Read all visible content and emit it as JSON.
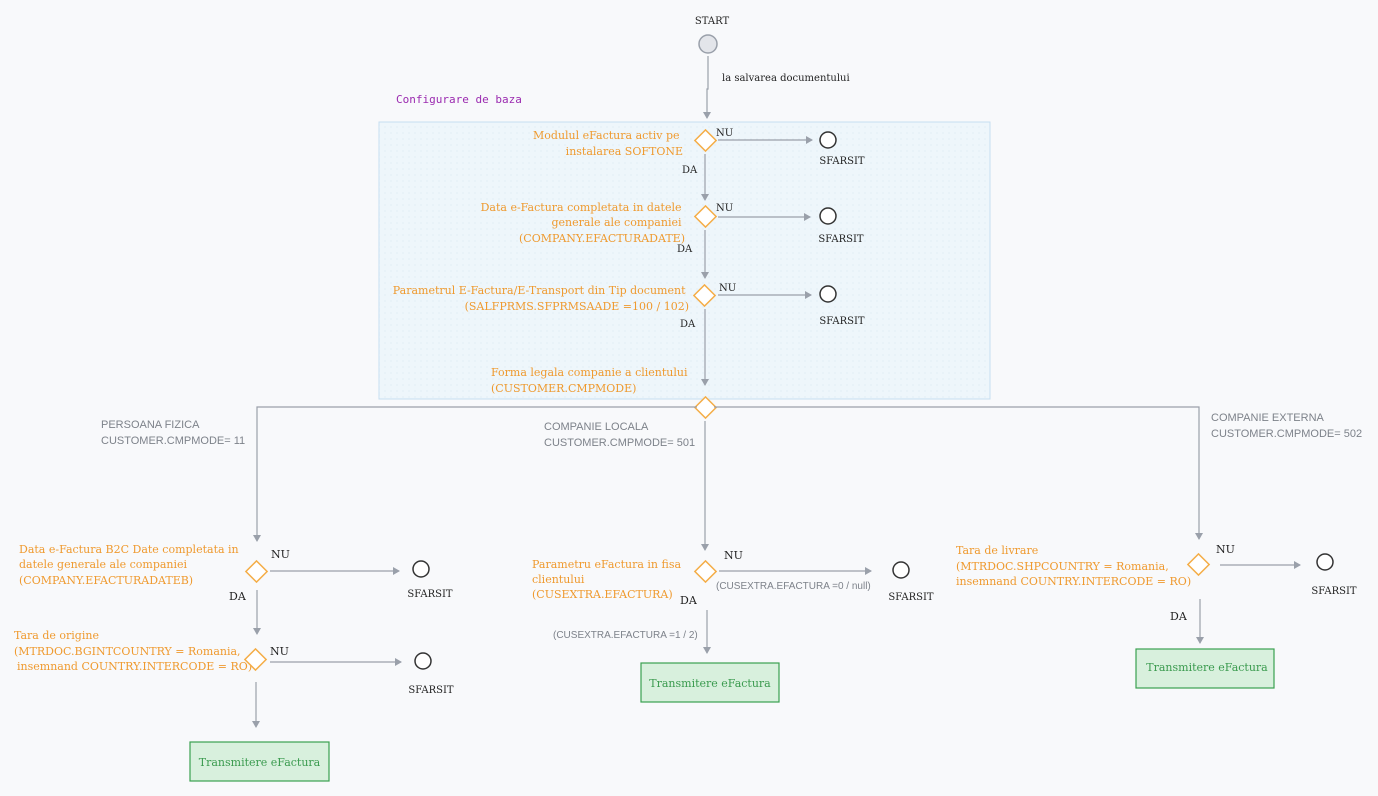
{
  "start": {
    "label": "START",
    "trigger": "la salvarea documentului"
  },
  "config_box": {
    "title": "Configurare de baza"
  },
  "end_label": "SFARSIT",
  "yes": "DA",
  "no": "NU",
  "decisions": {
    "d1": [
      "Modulul eFactura activ pe",
      "instalarea SOFTONE"
    ],
    "d2": [
      "Data e-Factura completata in datele",
      "generale ale companiei",
      "(COMPANY.EFACTURADATE)"
    ],
    "d3": [
      "Parametrul E-Factura/E-Transport din Tip document",
      "(SALFPRMS.SFPRMSAADE =100 / 102)"
    ],
    "d4": [
      "Forma legala companie a clientului",
      "(CUSTOMER.CMPMODE)"
    ],
    "left1": [
      "Data e-Factura B2C Date completata in",
      "datele generale ale companiei",
      "(COMPANY.EFACTURADATEB)"
    ],
    "left2": [
      "Tara de origine",
      "(MTRDOC.BGINTCOUNTRY  =  Romania,",
      "insemnand COUNTRY.INTERCODE = RO)"
    ],
    "mid1": [
      "Parametru eFactura in fisa",
      "clientului",
      "(CUSEXTRA.EFACTURA)"
    ],
    "right1": [
      "Tara de livrare",
      "(MTRDOC.SHPCOUNTRY = Romania,",
      "insemnand COUNTRY.INTERCODE = RO)"
    ]
  },
  "branches": {
    "left": [
      "PERSOANA FIZICA",
      "CUSTOMER.CMPMODE= 11"
    ],
    "middle": [
      "COMPANIE LOCALA",
      "CUSTOMER.CMPMODE= 501"
    ],
    "right": [
      "COMPANIE EXTERNA",
      "CUSTOMER.CMPMODE= 502"
    ]
  },
  "conditions": {
    "mid_no": "(CUSEXTRA.EFACTURA =0 / null)",
    "mid_yes": "(CUSEXTRA.EFACTURA =1 / 2)"
  },
  "action_label": "Transmitere eFactura",
  "colors": {
    "orange_text": "#ef9a2f",
    "diamond_stroke": "#f4ad47",
    "arrow": "#9aa0aa",
    "gray_text": "#7d828a",
    "purple": "#9b2bb0",
    "config_fill": "#eef6fb",
    "config_stroke": "#c6def0",
    "action_fill": "#d8f0dd",
    "action_stroke": "#3aa050",
    "action_text": "#3b9b4f"
  }
}
